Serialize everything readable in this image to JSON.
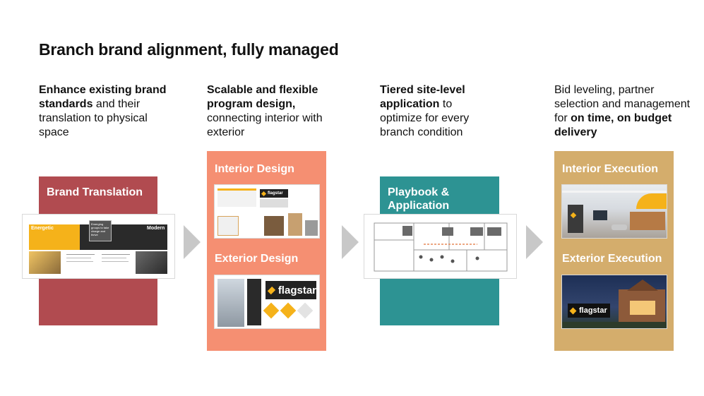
{
  "title": "Branch brand alignment, fully managed",
  "columns": [
    {
      "desc_bold": "Enhance existing brand standards",
      "desc_rest": " and their translation to physical space",
      "panel_labels": [
        "Brand Translation"
      ],
      "colors": {
        "panel": "#b14b50"
      },
      "thumb_text": {
        "energetic": "Energetic",
        "modern": "Modern",
        "callout": "Emerging groups to take charge and thrive"
      }
    },
    {
      "desc_bold": "Scalable and flexible program design,",
      "desc_rest": " connecting interior with exterior",
      "panel_labels": [
        "Interior Design",
        "Exterior Design"
      ],
      "colors": {
        "panel": "#f58f72"
      },
      "logo_text": "flagstar"
    },
    {
      "desc_bold": "Tiered site-level application",
      "desc_rest": " to optimize for every branch condition",
      "panel_labels": [
        "Playbook & Application"
      ],
      "colors": {
        "panel": "#2d9393"
      }
    },
    {
      "desc_pre": "Bid leveling, partner selection and management for ",
      "desc_bold": "on time, on budget delivery",
      "panel_labels": [
        "Interior Execution",
        "Exterior Execution"
      ],
      "colors": {
        "panel": "#d4ad6c"
      },
      "logo_text": "flagstar"
    }
  ],
  "icons": [
    "chevron-right-icon",
    "flagstar-logo-icon"
  ]
}
